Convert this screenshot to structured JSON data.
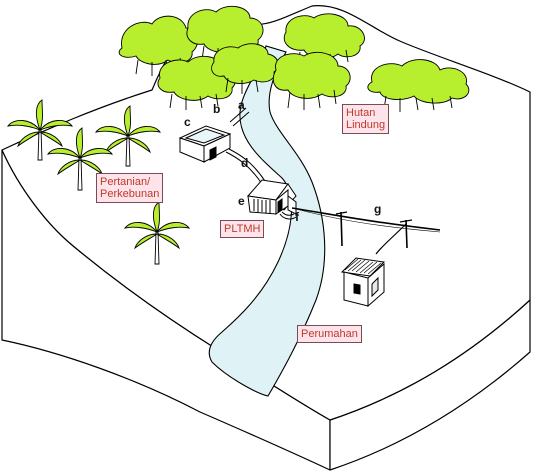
{
  "labels": {
    "hutan": "Hutan\nLindung",
    "pertanian": "Pertanian/\nPerkebunan",
    "pltmh": "PLTMH",
    "perumahan": "Perumahan"
  },
  "letters": {
    "a": "a",
    "b": "b",
    "c": "c",
    "d": "d",
    "e": "e",
    "f": "f",
    "g": "g"
  },
  "colors": {
    "tree": "#b7ef2e",
    "river": "#dff3f7",
    "label_bg": "#fde3ea",
    "label_text": "#c0392b"
  }
}
